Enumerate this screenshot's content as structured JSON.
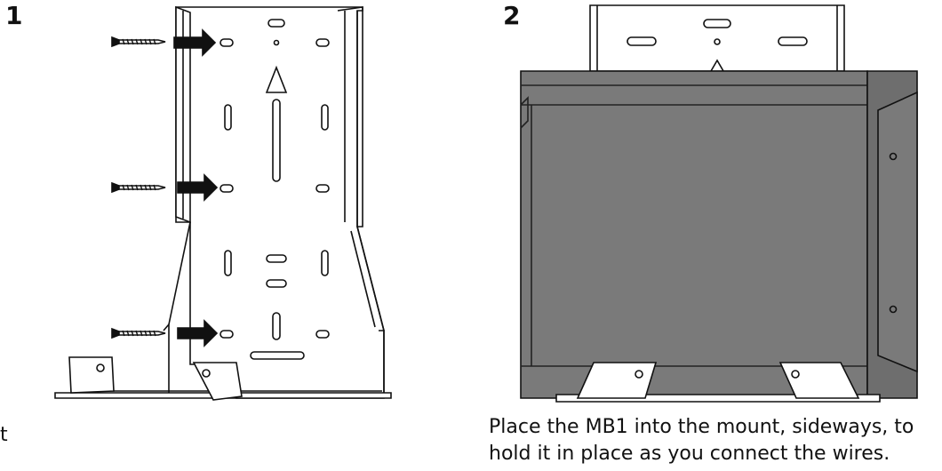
{
  "steps": [
    {
      "number": "1"
    },
    {
      "number": "2"
    }
  ],
  "left_caption_fragment": "t",
  "step2_caption_line1": "Place the MB1 into the mount, sideways, to",
  "step2_caption_line2": "hold it in place as you connect the wires.",
  "colors": {
    "device_body": "#7a7a7a",
    "device_dark": "#5a5a5a",
    "outline": "#111111",
    "arrow": "#111111",
    "paper": "#ffffff"
  }
}
